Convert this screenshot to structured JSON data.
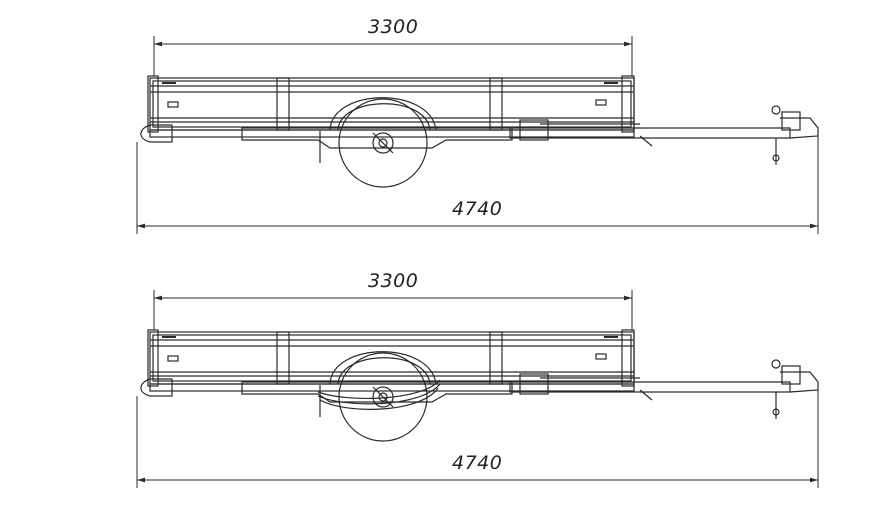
{
  "drawings": [
    {
      "label": "trailer-side-view-top",
      "overall_length_label": "4740",
      "body_length_label": "3300"
    },
    {
      "label": "trailer-side-view-bottom",
      "overall_length_label": "4740",
      "body_length_label": "3300"
    }
  ],
  "colors": {
    "line": "#2a2a2a",
    "background": "#ffffff"
  }
}
